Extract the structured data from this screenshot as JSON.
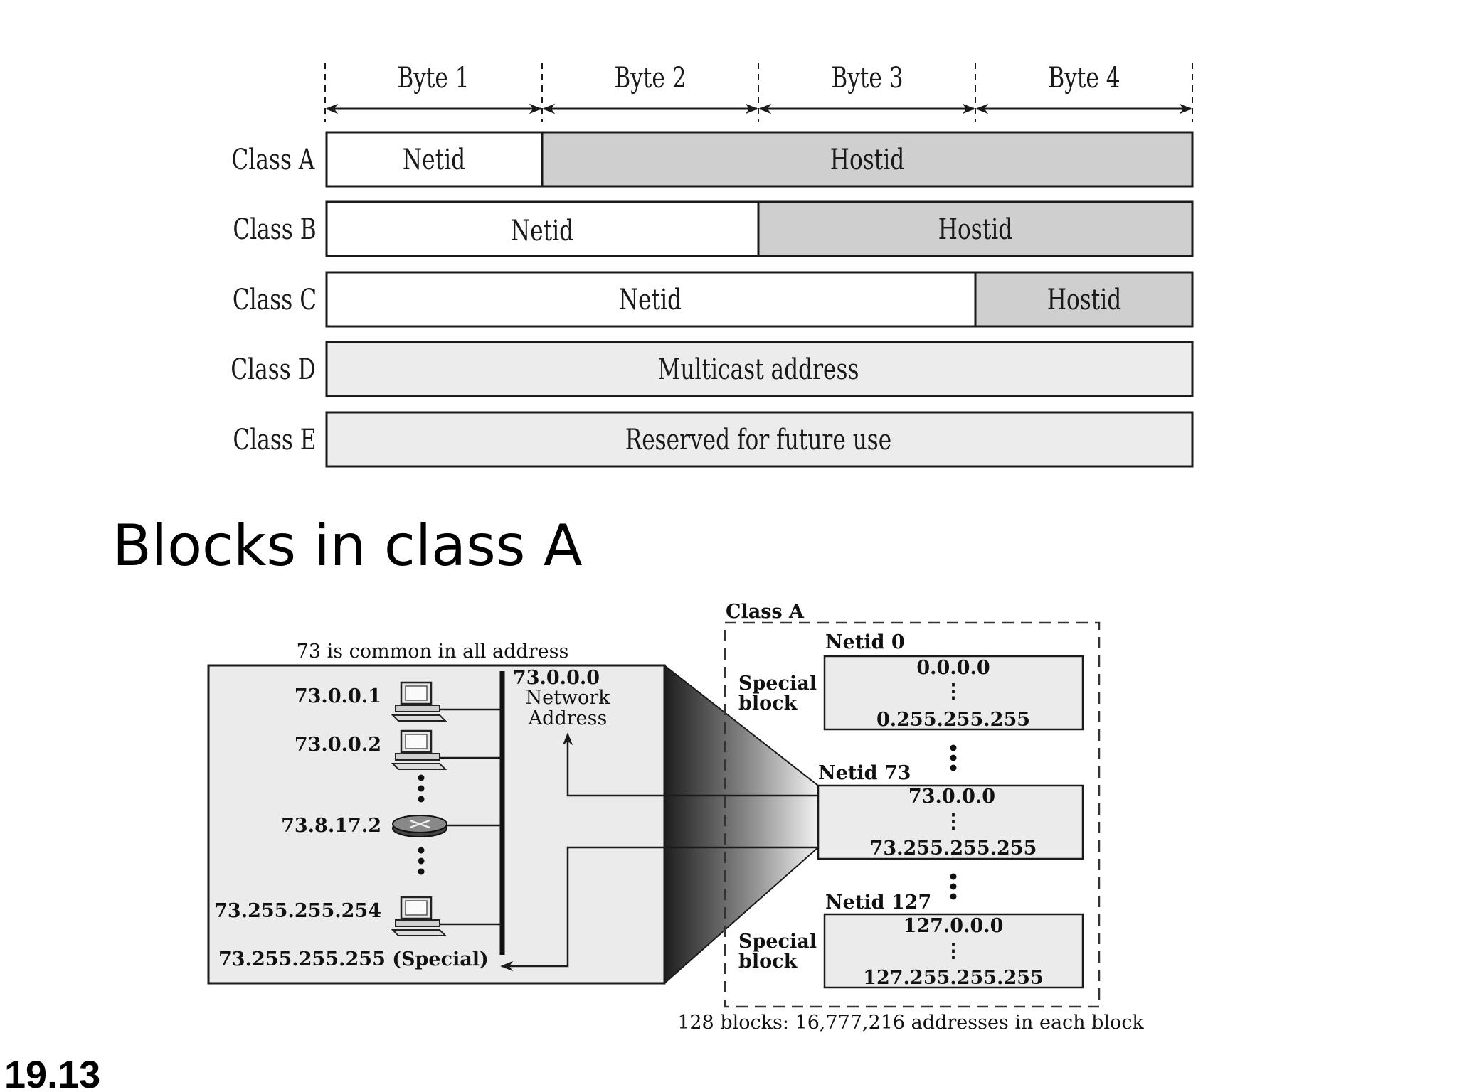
{
  "byte_header": {
    "bytes": [
      "Byte 1",
      "Byte 2",
      "Byte 3",
      "Byte 4"
    ]
  },
  "classes": [
    {
      "label": "Class A",
      "net_label": "Netid",
      "host_label": "Hostid",
      "net_bytes": 1
    },
    {
      "label": "Class B",
      "net_label": "Netid",
      "host_label": "Hostid",
      "net_bytes": 2
    },
    {
      "label": "Class C",
      "net_label": "Netid",
      "host_label": "Hostid",
      "net_bytes": 3
    },
    {
      "label": "Class D",
      "full_label": "Multicast address"
    },
    {
      "label": "Class E",
      "full_label": "Reserved for future use"
    }
  ],
  "section_title": "Blocks in class A",
  "network": {
    "caption": "73 is common in all address",
    "hosts": [
      {
        "address": "73.0.0.1",
        "icon": "computer-icon"
      },
      {
        "address": "73.0.0.2",
        "icon": "computer-icon"
      },
      {
        "address": "73.8.17.2",
        "icon": "router-icon"
      },
      {
        "address": "73.255.255.254",
        "icon": "computer-icon"
      },
      {
        "address": "73.255.255.255 (Special)",
        "icon": "none"
      }
    ],
    "network_address": [
      "73.0.0.0",
      "Network",
      "Address"
    ]
  },
  "class_a_blocks": {
    "title": "Class A",
    "blocks": [
      {
        "netid": "Netid 0",
        "side_label": [
          "Special",
          "block"
        ],
        "first": "0.0.0.0",
        "last": "0.255.255.255"
      },
      {
        "netid": "Netid 73",
        "first": "73.0.0.0",
        "last": "73.255.255.255"
      },
      {
        "netid": "Netid 127",
        "side_label": [
          "Special",
          "block"
        ],
        "first": "127.0.0.0",
        "last": "127.255.255.255"
      }
    ],
    "footer": "128 blocks: 16,777,216 addresses in each block"
  },
  "slide_number": "19.13",
  "colors": {
    "host_fill": "#cfcfcf",
    "special_fill": "#ececec",
    "box_fill": "#ebebeb",
    "stroke": "#1a1a1a"
  }
}
